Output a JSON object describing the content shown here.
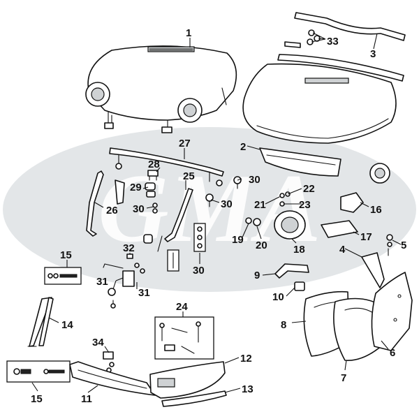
{
  "watermark": {
    "text": "GMA",
    "color": "#e3e6e8"
  },
  "colors": {
    "line": "#111111",
    "shade": "#cfd2d4",
    "background": "#ffffff"
  },
  "labels": {
    "p1": "1",
    "p2": "2",
    "p3": "3",
    "p4": "4",
    "p5": "5",
    "p6": "6",
    "p7": "7",
    "p8": "8",
    "p9": "9",
    "p10": "10",
    "p11": "11",
    "p12": "12",
    "p13": "13",
    "p14": "14",
    "p15a": "15",
    "p15b": "15",
    "p16": "16",
    "p17": "17",
    "p18": "18",
    "p19": "19",
    "p20": "20",
    "p21": "21",
    "p22": "22",
    "p23": "23",
    "p24": "24",
    "p25": "25",
    "p26": "26",
    "p27": "27",
    "p28": "28",
    "p29": "29",
    "p30a": "30",
    "p30b": "30",
    "p30c": "30",
    "p30d": "30",
    "p31a": "31",
    "p31b": "31",
    "p32": "32",
    "p33": "33",
    "p34": "34"
  }
}
